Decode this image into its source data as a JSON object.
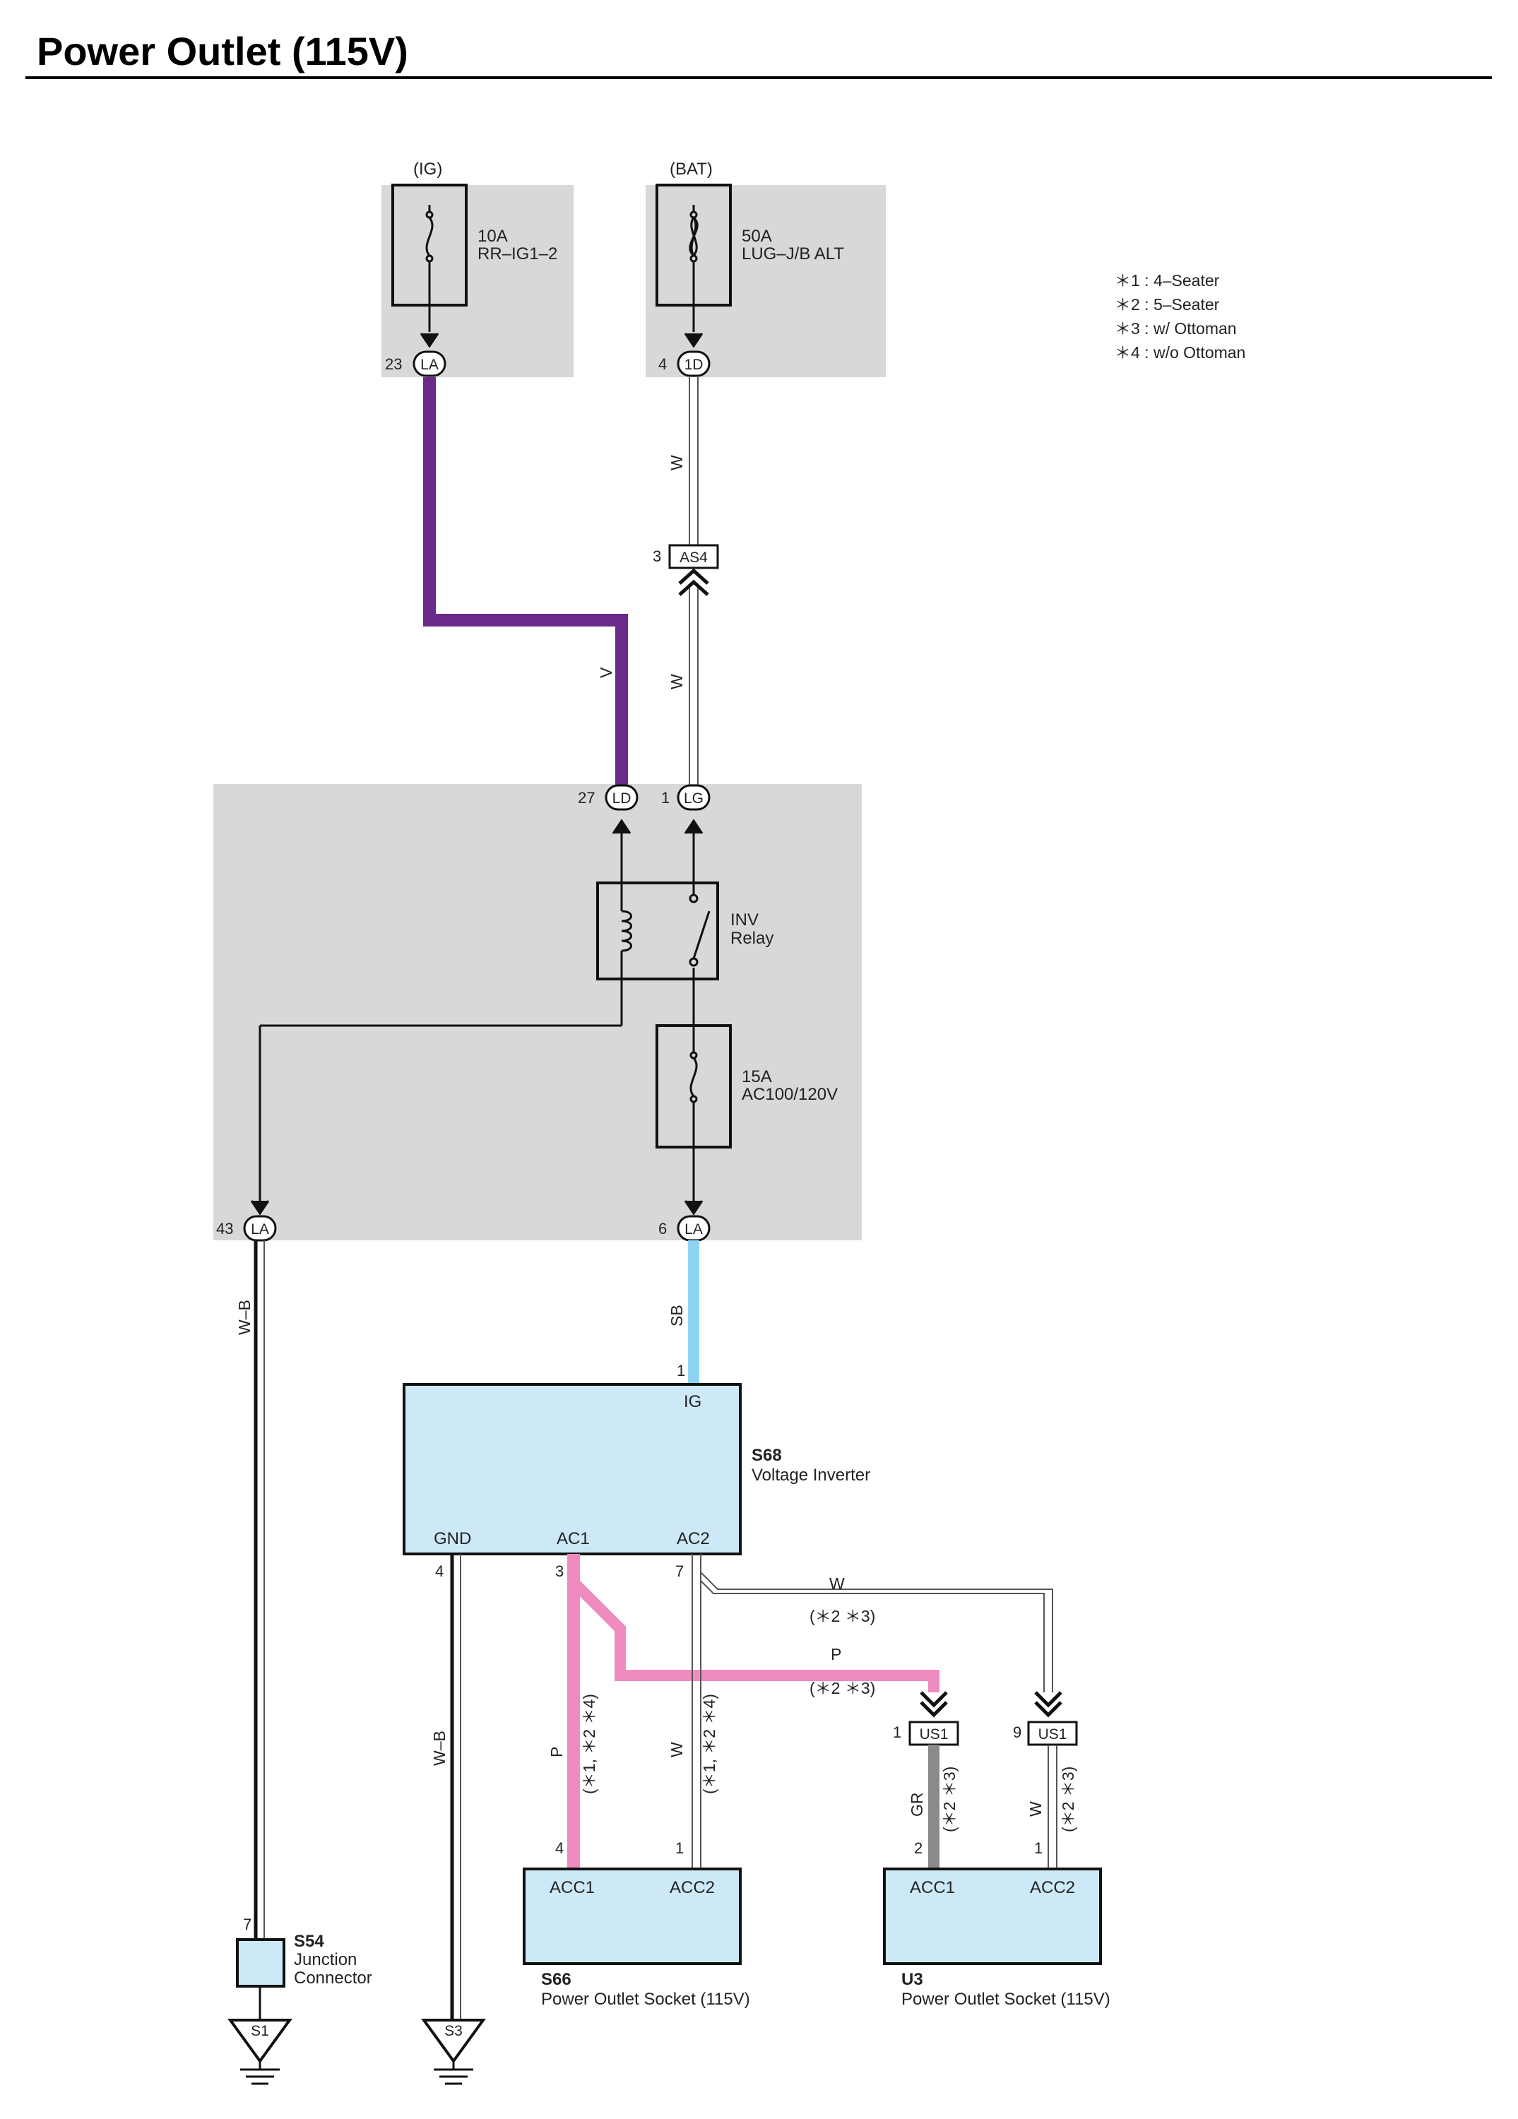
{
  "title": "Power Outlet (115V)",
  "notes": [
    "＊1 : 4–Seater",
    "＊2 : 5–Seater",
    "＊3 : w/ Ottoman",
    "＊4 : w/o Ottoman"
  ],
  "sources": {
    "ig": {
      "label": "(IG)",
      "amps": "10A",
      "name": "RR–IG1–2",
      "pin": "23",
      "connector": "LA"
    },
    "bat": {
      "label": "(BAT)",
      "amps": "50A",
      "name": "LUG–J/B ALT",
      "pin": "4",
      "connector": "1D"
    }
  },
  "as4": {
    "pin": "3",
    "name": "AS4"
  },
  "relay_box": {
    "ld": {
      "pin": "27",
      "name": "LD"
    },
    "lg": {
      "pin": "1",
      "name": "LG"
    },
    "relay_name": "INV",
    "relay_sub": "Relay",
    "fuse_amps": "15A",
    "fuse_name": "AC100/120V",
    "la_left": {
      "pin": "43",
      "name": "LA"
    },
    "la_right": {
      "pin": "6",
      "name": "LA"
    }
  },
  "wires": {
    "v": "V",
    "w1": "W",
    "w2": "W",
    "wb1": "W–B",
    "sb": "SB",
    "wb2": "W–B",
    "p_main": "P",
    "p_main_note": "(＊1, ＊2 ＊4)",
    "w_main": "W",
    "w_main_note": "(＊1, ＊2 ＊4)",
    "w_ottoman": "W",
    "w_ottoman_note": "(＊2 ＊3)",
    "p_ottoman": "P",
    "p_ottoman_note": "(＊2 ＊3)",
    "gr": "GR",
    "gr_note": "(＊2 ＊3)",
    "w_u3": "W",
    "w_u3_note": "(＊2 ＊3)"
  },
  "inverter": {
    "code": "S68",
    "name": "Voltage Inverter",
    "ig_pin": "1",
    "ig": "IG",
    "gnd": "GND",
    "ac1": "AC1",
    "ac2": "AC2",
    "gnd_pin": "4",
    "ac1_pin": "3",
    "ac2_pin": "7"
  },
  "us1_left": {
    "pin": "1",
    "name": "US1"
  },
  "us1_right": {
    "pin": "9",
    "name": "US1"
  },
  "s66": {
    "code": "S66",
    "name": "Power Outlet Socket (115V)",
    "acc1": "ACC1",
    "acc2": "ACC2",
    "acc1_pin": "4",
    "acc2_pin": "1"
  },
  "u3": {
    "code": "U3",
    "name": "Power Outlet Socket (115V)",
    "acc1": "ACC1",
    "acc2": "ACC2",
    "acc1_pin": "2",
    "acc2_pin": "1"
  },
  "s54": {
    "code": "S54",
    "name1": "Junction",
    "name2": "Connector",
    "pin": "7"
  },
  "grounds": {
    "s1": "S1",
    "s3": "S3"
  },
  "colors": {
    "violet": "#6a2a8c",
    "pink": "#ef8bbf",
    "skyblue": "#8fd3f2",
    "gray": "#8a8a8a",
    "component": "#cde9f8",
    "box": "#d8d8d8"
  }
}
